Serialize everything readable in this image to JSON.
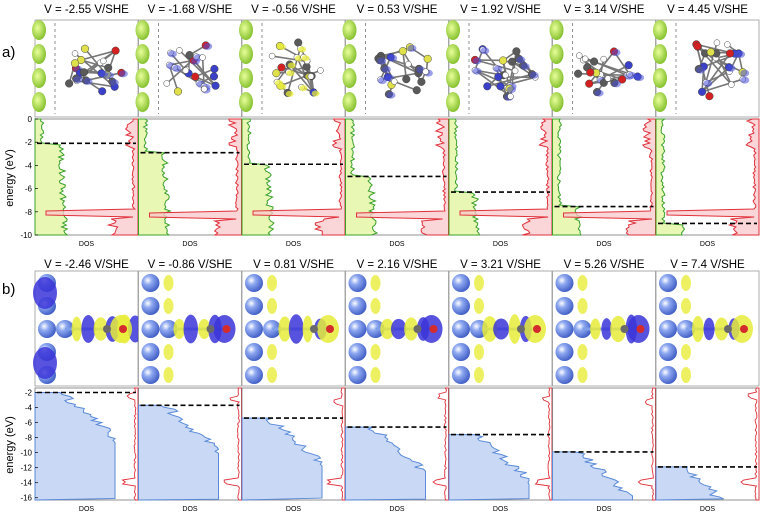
{
  "figure": {
    "panel_a": {
      "label": "a)",
      "voltages": [
        "V = -2.55 V/SHE",
        "V = -1.68 V/SHE",
        "V = -0.56 V/SHE",
        "V = 0.53 V/SHE",
        "V = 1.92 V/SHE",
        "V = 3.14 V/SHE",
        "V = 4.45 V/SHE"
      ],
      "ylabel": "energy (eV)",
      "xlabel": "DOS",
      "yticks": [
        "0",
        "-2",
        "-4",
        "-6",
        "-8",
        "-10"
      ]
    },
    "panel_b": {
      "label": "b)",
      "voltages": [
        "V = -2.46 V/SHE",
        "V = -0.86 V/SHE",
        "V = 0.81 V/SHE",
        "V = 2.16 V/SHE",
        "V = 3.21 V/SHE",
        "V = 5.26 V/SHE",
        "V = 7.4 V/SHE"
      ],
      "ylabel": "energy (eV)",
      "xlabel": "DOS",
      "yticks": [
        "-2",
        "-4",
        "-6",
        "-8",
        "-10",
        "-12",
        "-14",
        "-16"
      ]
    }
  },
  "colors": {
    "electrode": "#8dc63f",
    "electrode_light": "#e4f3a8",
    "dos_a_line": "#e0303a",
    "dos_a_fill": "#f8c8cc",
    "dos_a_electrode_line": "#3aa02a",
    "dos_a_electrode_fill": "#e9f7b4",
    "dos_b_line": "#5a8ad8",
    "dos_b_fill": "#c9d9f5",
    "fermi": "#000000",
    "atom_blue": "#6f8fe6",
    "iso_yellow": "#e8ec3a",
    "iso_blue": "#3b35d8"
  },
  "chart_data": [
    {
      "type": "area",
      "panel": "a",
      "ylabel": "energy (eV)",
      "xlabel": "DOS",
      "ylim": [
        -10,
        0
      ],
      "categories": [
        "V = -2.55 V/SHE",
        "V = -1.68 V/SHE",
        "V = -0.56 V/SHE",
        "V = 0.53 V/SHE",
        "V = 1.92 V/SHE",
        "V = 3.14 V/SHE",
        "V = 4.45 V/SHE"
      ],
      "voltage_V_SHE": [
        -2.55,
        -1.68,
        -0.56,
        0.53,
        1.92,
        3.14,
        4.45
      ],
      "fermi_level_eV": [
        -2.1,
        -2.9,
        -3.9,
        -4.95,
        -6.3,
        -7.55,
        -9.0
      ]
    },
    {
      "type": "area",
      "panel": "b",
      "ylabel": "energy (eV)",
      "xlabel": "DOS",
      "ylim": [
        -16.3,
        -1.4
      ],
      "categories": [
        "V = -2.46 V/SHE",
        "V = -0.86 V/SHE",
        "V = 0.81 V/SHE",
        "V = 2.16 V/SHE",
        "V = 3.21 V/SHE",
        "V = 5.26 V/SHE",
        "V = 7.4 V/SHE"
      ],
      "voltage_V_SHE": [
        -2.46,
        -0.86,
        0.81,
        2.16,
        3.21,
        5.26,
        7.4
      ],
      "fermi_level_eV": [
        -2.0,
        -3.7,
        -5.4,
        -6.6,
        -7.6,
        -9.9,
        -11.9
      ]
    }
  ]
}
